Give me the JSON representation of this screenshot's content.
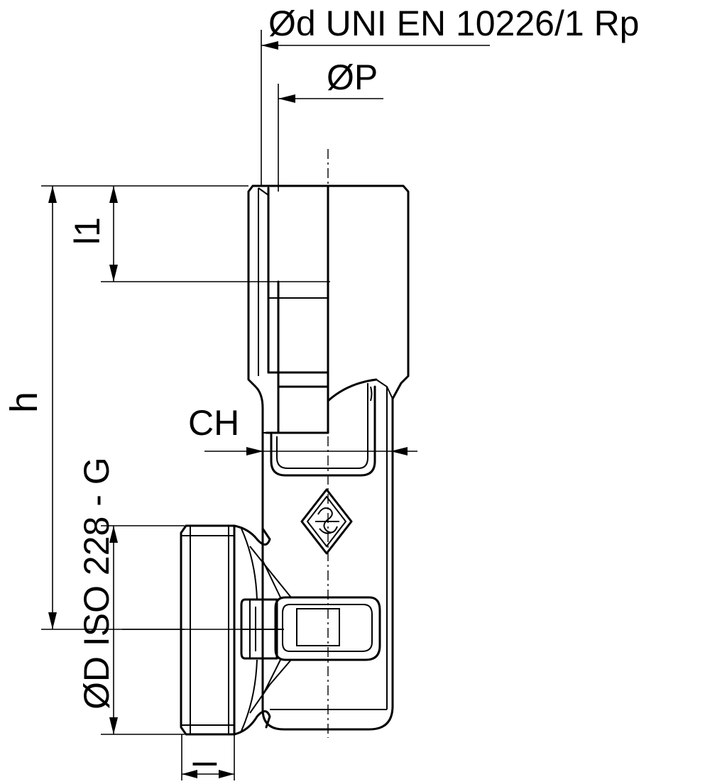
{
  "labels": {
    "thread_d": "Ød UNI EN 10226/1 Rp",
    "diameter_p": "ØP",
    "height_h": "h",
    "length_l1": "l1",
    "wrench_ch": "CH",
    "thread_D": "ØD ISO 228 - G",
    "length_l": "l"
  },
  "colors": {
    "line": "#000000",
    "background": "#ffffff"
  },
  "icons": {
    "logo": "diamond-brand-logo-icon"
  }
}
